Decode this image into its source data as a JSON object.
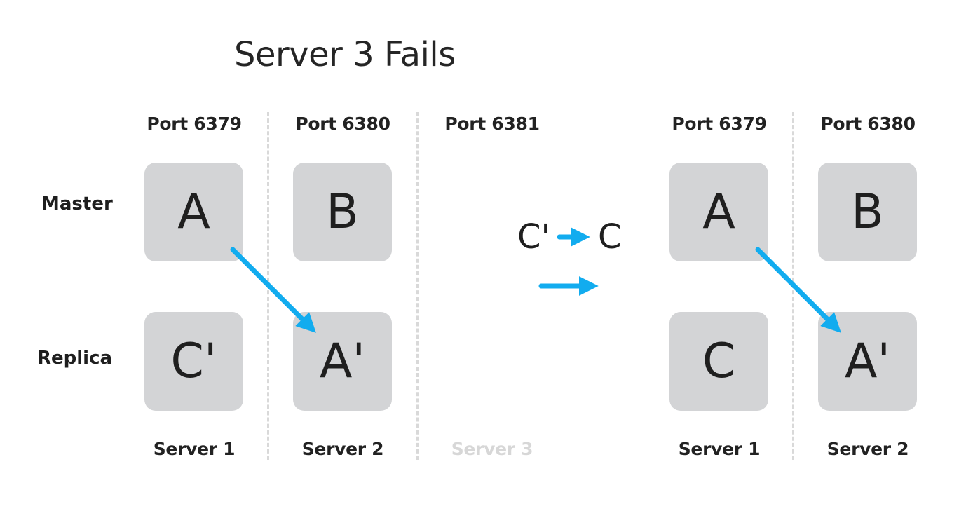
{
  "title": "Server 3 Fails",
  "row_labels": {
    "master": "Master",
    "replica": "Replica"
  },
  "before": {
    "ports": [
      "Port 6379",
      "Port 6380",
      "Port 6381"
    ],
    "servers": [
      "Server 1",
      "Server 2",
      "Server 3"
    ],
    "masters": [
      "A",
      "B"
    ],
    "replicas": [
      "C'",
      "A'"
    ]
  },
  "transition": {
    "from": "C'",
    "to": "C"
  },
  "after": {
    "ports": [
      "Port 6379",
      "Port 6380"
    ],
    "servers": [
      "Server 1",
      "Server 2"
    ],
    "masters": [
      "A",
      "B"
    ],
    "replicas": [
      "C",
      "A'"
    ]
  },
  "colors": {
    "accent": "#12acef",
    "box": "#d3d4d6",
    "divider": "#d9d9d9",
    "dim_text": "#d7d7d7"
  }
}
